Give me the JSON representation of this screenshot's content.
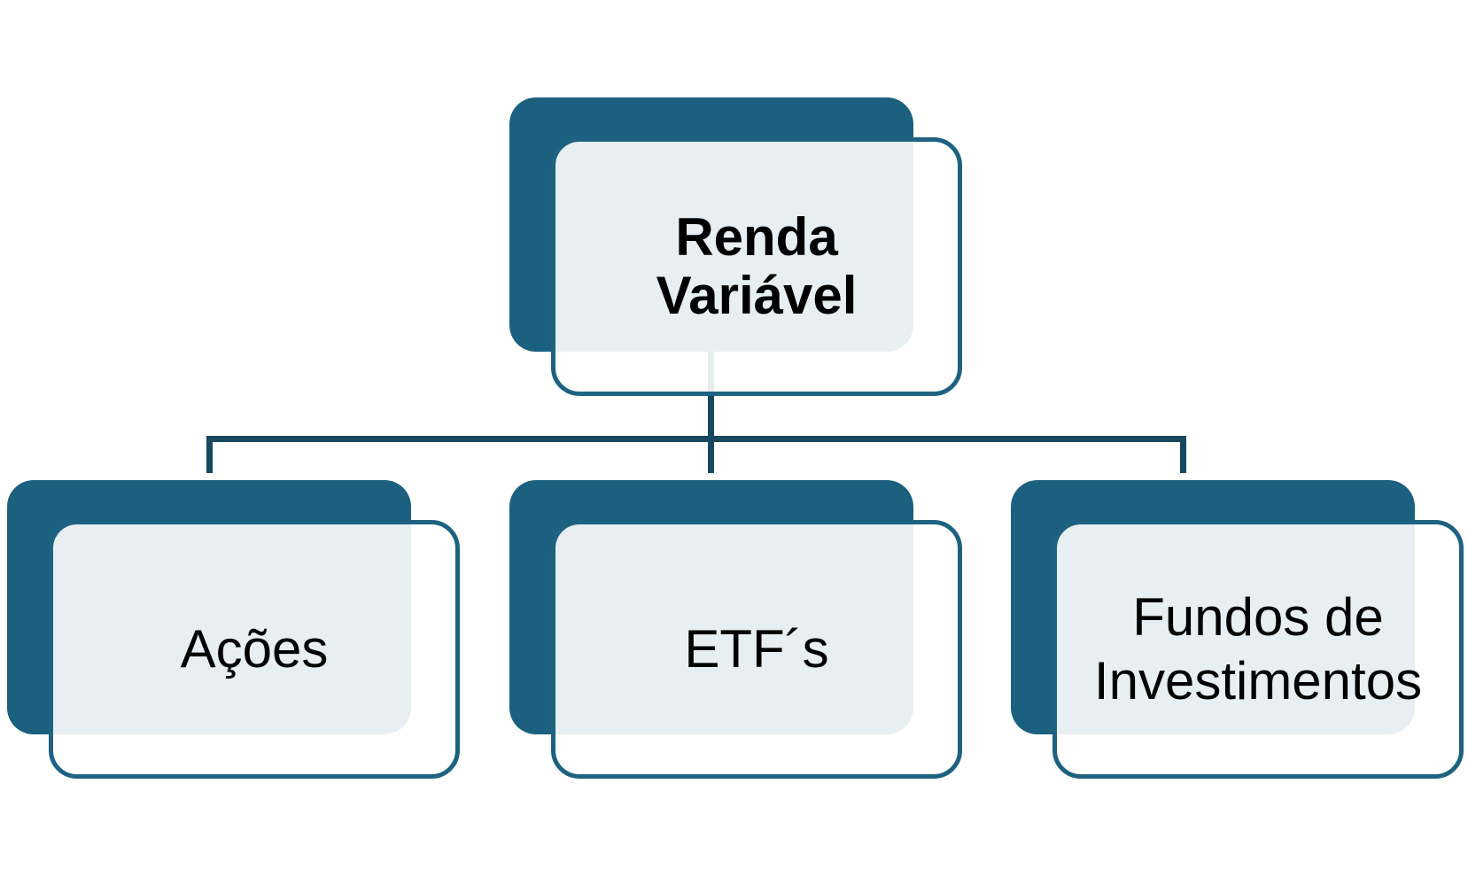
{
  "colors": {
    "background": "#FFFFFF",
    "accent_dark": "#1B617F",
    "card_border": "#1D6281",
    "card_overlap_tint": "#E7EEF2",
    "connector": "#17485F",
    "text": "#000000"
  },
  "diagram": {
    "type": "org-chart",
    "root": {
      "id": "renda-variavel",
      "label": "Renda\nVariável"
    },
    "children": [
      {
        "id": "acoes",
        "label": "Ações"
      },
      {
        "id": "etfs",
        "label": "ETF´s"
      },
      {
        "id": "fundos-investimentos",
        "label": "Fundos de\nInvestimentos"
      }
    ]
  }
}
